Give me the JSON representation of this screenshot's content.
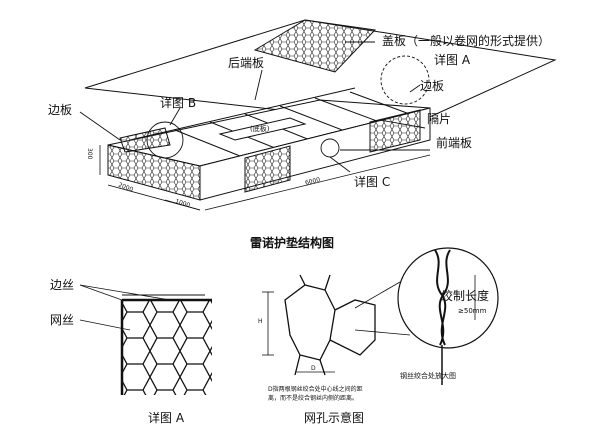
{
  "main": {
    "title": "雷诺护垫结构图",
    "labels": {
      "lid": "盖板（一般以卷网的形式提供）",
      "detail_a": "详图 A",
      "back_end": "后端板",
      "side_right": "边板",
      "side_left": "边板",
      "detail_b": "详图 B",
      "partition": "隔片",
      "front_end": "前端板",
      "bottom": "(底板)",
      "detail_c": "详图 C"
    },
    "dimensions": {
      "height": "300",
      "width": "2000",
      "length": "6000",
      "spacing": "1000"
    }
  },
  "detail_a": {
    "edge_wire": "边丝",
    "mesh_wire": "网丝",
    "caption": "详图 A"
  },
  "mesh": {
    "caption": "网孔示意图",
    "dim_h": "H",
    "dim_d": "D",
    "note_line1": "D指两根钢丝绞合处中心线之间的距",
    "note_line2": "离，而不是绞合钢丝内侧的距离。",
    "twist_label": "绞制长度",
    "twist_value": "≥50mm",
    "zoom_caption": "钢丝绞合处放大图"
  }
}
